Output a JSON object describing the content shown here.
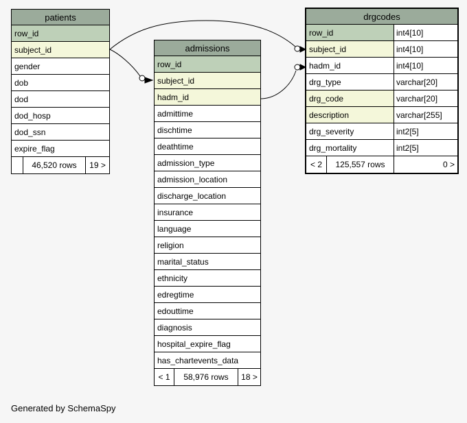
{
  "page": {
    "generator_note": "Generated by SchemaSpy"
  },
  "colors": {
    "page-bg": "#f6f6f6",
    "header-bg": "#9bab9b",
    "pk-bg": "#bed0b8",
    "indexed-bg": "#f4f7da",
    "cell-bg": "#ffffff",
    "border": "#000000",
    "text": "#000000"
  },
  "tables": {
    "patients": {
      "title": "patients",
      "columns": [
        {
          "name": "row_id",
          "highlight": "pk"
        },
        {
          "name": "subject_id",
          "highlight": "indexed"
        },
        {
          "name": "gender",
          "highlight": "plain"
        },
        {
          "name": "dob",
          "highlight": "plain"
        },
        {
          "name": "dod",
          "highlight": "plain"
        },
        {
          "name": "dod_hosp",
          "highlight": "plain"
        },
        {
          "name": "dod_ssn",
          "highlight": "plain"
        },
        {
          "name": "expire_flag",
          "highlight": "plain"
        }
      ],
      "footer": {
        "left": "",
        "rows": "46,520 rows",
        "right": "19 >"
      }
    },
    "admissions": {
      "title": "admissions",
      "columns": [
        {
          "name": "row_id",
          "highlight": "pk"
        },
        {
          "name": "subject_id",
          "highlight": "indexed"
        },
        {
          "name": "hadm_id",
          "highlight": "indexed"
        },
        {
          "name": "admittime",
          "highlight": "plain"
        },
        {
          "name": "dischtime",
          "highlight": "plain"
        },
        {
          "name": "deathtime",
          "highlight": "plain"
        },
        {
          "name": "admission_type",
          "highlight": "plain"
        },
        {
          "name": "admission_location",
          "highlight": "plain"
        },
        {
          "name": "discharge_location",
          "highlight": "plain"
        },
        {
          "name": "insurance",
          "highlight": "plain"
        },
        {
          "name": "language",
          "highlight": "plain"
        },
        {
          "name": "religion",
          "highlight": "plain"
        },
        {
          "name": "marital_status",
          "highlight": "plain"
        },
        {
          "name": "ethnicity",
          "highlight": "plain"
        },
        {
          "name": "edregtime",
          "highlight": "plain"
        },
        {
          "name": "edouttime",
          "highlight": "plain"
        },
        {
          "name": "diagnosis",
          "highlight": "plain"
        },
        {
          "name": "hospital_expire_flag",
          "highlight": "plain"
        },
        {
          "name": "has_chartevents_data",
          "highlight": "plain"
        }
      ],
      "footer": {
        "left": "< 1",
        "rows": "58,976 rows",
        "right": "18 >"
      }
    },
    "drgcodes": {
      "title": "drgcodes",
      "columns": [
        {
          "name": "row_id",
          "type": "int4[10]",
          "highlight": "pk"
        },
        {
          "name": "subject_id",
          "type": "int4[10]",
          "highlight": "indexed"
        },
        {
          "name": "hadm_id",
          "type": "int4[10]",
          "highlight": "plain"
        },
        {
          "name": "drg_type",
          "type": "varchar[20]",
          "highlight": "plain"
        },
        {
          "name": "drg_code",
          "type": "varchar[20]",
          "highlight": "indexed"
        },
        {
          "name": "description",
          "type": "varchar[255]",
          "highlight": "indexed"
        },
        {
          "name": "drg_severity",
          "type": "int2[5]",
          "highlight": "plain"
        },
        {
          "name": "drg_mortality",
          "type": "int2[5]",
          "highlight": "plain"
        }
      ],
      "footer": {
        "left": "< 2",
        "rows": "125,557 rows",
        "right": "0 >"
      }
    }
  },
  "relationships": [
    {
      "from": "patients.subject_id",
      "to": "drgcodes.subject_id"
    },
    {
      "from": "patients.subject_id",
      "to": "admissions.subject_id"
    },
    {
      "from": "admissions.hadm_id",
      "to": "drgcodes.hadm_id"
    }
  ]
}
